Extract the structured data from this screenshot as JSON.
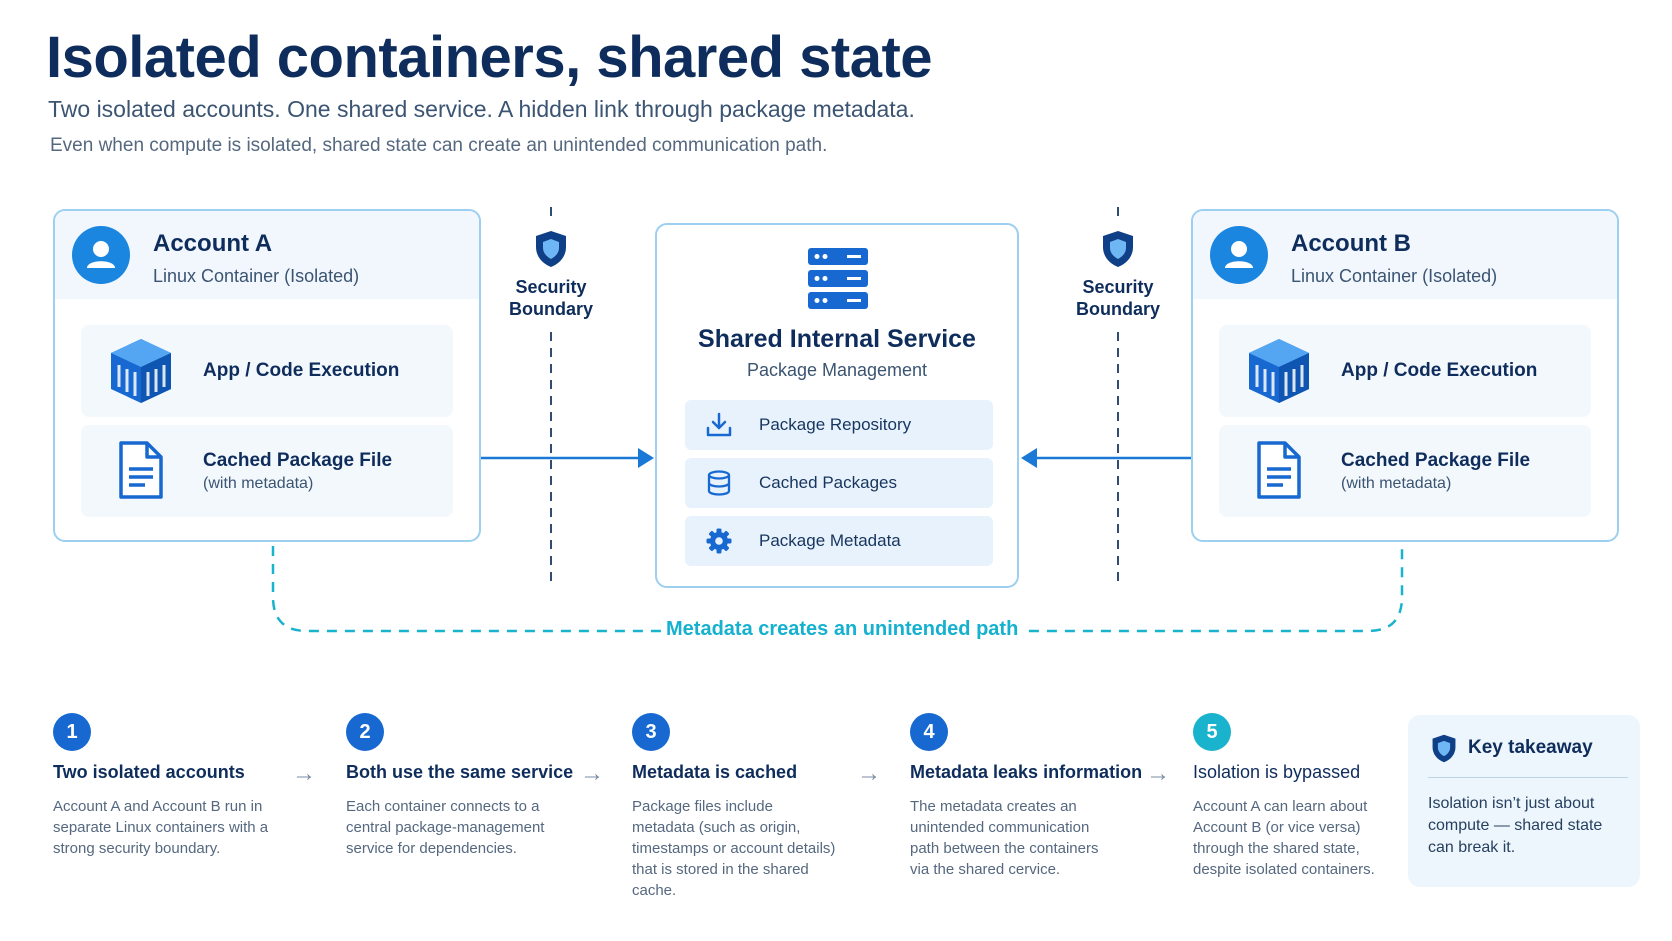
{
  "header": {
    "title": "Isolated containers, shared state",
    "subtitle": "Two isolated accounts. One shared service. A hidden link through package metadata.",
    "note": "Even when compute is isolated, shared state can create an unintended communication path."
  },
  "account_a": {
    "title": "Account A",
    "subtitle": "Linux Container (Isolated)",
    "row1": "App / Code Execution",
    "row2_title": "Cached Package File",
    "row2_sub": "(with metadata)"
  },
  "account_b": {
    "title": "Account B",
    "subtitle": "Linux Container (Isolated)",
    "row1": "App / Code Execution",
    "row2_title": "Cached Package File",
    "row2_sub": "(with metadata)"
  },
  "boundaries": {
    "left_line1": "Security",
    "left_line2": "Boundary",
    "right_line1": "Security",
    "right_line2": "Boundary"
  },
  "service": {
    "title": "Shared Internal Service",
    "subtitle": "Package Management",
    "items": [
      {
        "label": "Package Repository",
        "icon": "download-icon"
      },
      {
        "label": "Cached Packages",
        "icon": "database-icon"
      },
      {
        "label": "Package Metadata",
        "icon": "gear-icon"
      }
    ]
  },
  "path_label": "Metadata creates an unintended path",
  "steps": [
    {
      "num": "1",
      "title": "Two isolated accounts",
      "desc": "Account A and Account B run in separate Linux containers with a strong security boundary."
    },
    {
      "num": "2",
      "title": "Both use the same service",
      "desc": "Each container connects to a central package-management service for dependencies."
    },
    {
      "num": "3",
      "title": "Metadata is cached",
      "desc": "Package files include metadata (such as origin, timestamps or account details) that is stored in the shared cache."
    },
    {
      "num": "4",
      "title": "Metadata leaks information",
      "desc": "The metadata creates an unintended communication path between the containers via the shared cervice."
    },
    {
      "num": "5",
      "title": "Isolation is bypassed",
      "desc": "Account A can learn about Account B (or vice versa) through the shared state, despite isolated containers."
    }
  ],
  "takeaway": {
    "title": "Key takeaway",
    "text": "Isolation isn’t just about compute — shared state can break it."
  },
  "colors": {
    "navy": "#0f2d5c",
    "blue": "#1769d1",
    "teal": "#15b1cf",
    "border": "#9ccff0"
  }
}
